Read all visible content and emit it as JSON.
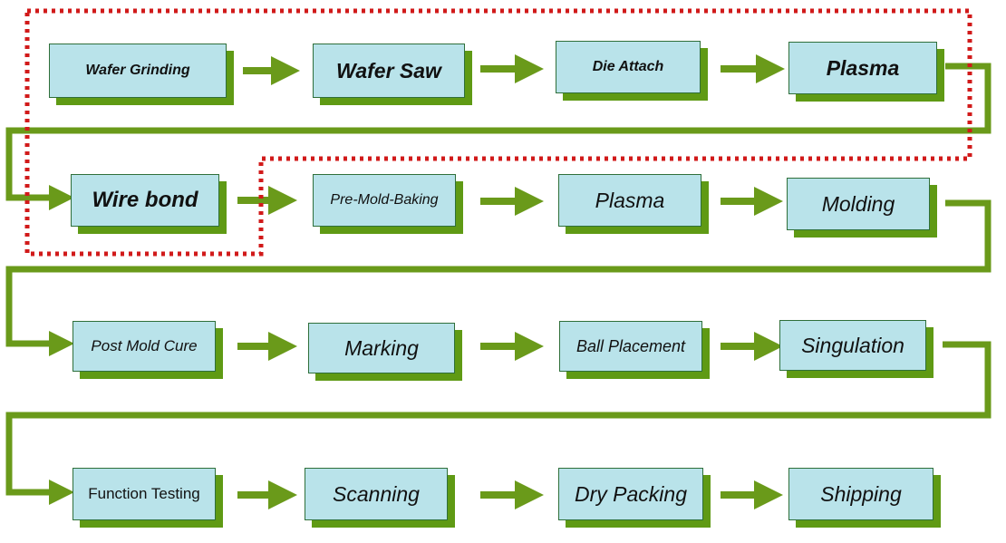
{
  "steps": [
    {
      "label": "Wafer Grinding"
    },
    {
      "label": "Wafer Saw"
    },
    {
      "label": "Die Attach"
    },
    {
      "label": "Plasma"
    },
    {
      "label": "Wire bond"
    },
    {
      "label": "Pre-Mold-Baking"
    },
    {
      "label": "Plasma"
    },
    {
      "label": "Molding"
    },
    {
      "label": "Post Mold Cure"
    },
    {
      "label": "Marking"
    },
    {
      "label": "Ball Placement"
    },
    {
      "label": "Singulation"
    },
    {
      "label": "Function Testing"
    },
    {
      "label": "Scanning"
    },
    {
      "label": "Dry Packing"
    },
    {
      "label": "Shipping"
    }
  ],
  "colors": {
    "box_fill": "#b9e3ea",
    "box_border": "#2f6f3a",
    "box_shadow": "#5f9a14",
    "arrow": "#6a9a1a",
    "highlight_outline": "#d11a1a"
  },
  "highlight_group": [
    "Wafer Grinding",
    "Wafer Saw",
    "Die Attach",
    "Plasma",
    "Wire bond"
  ]
}
